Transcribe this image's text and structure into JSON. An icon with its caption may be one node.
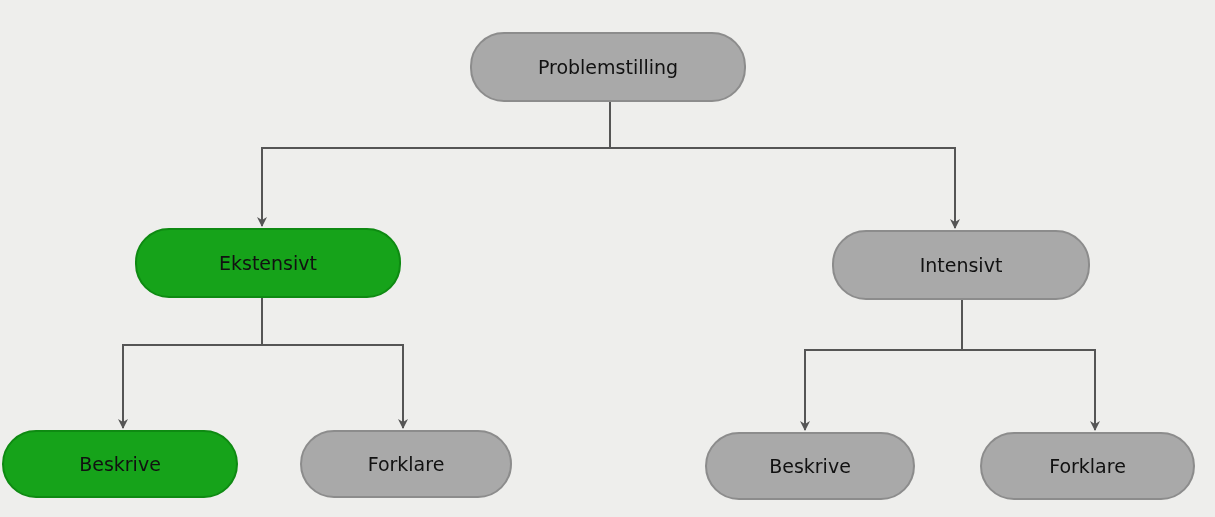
{
  "diagram": {
    "nodes": [
      {
        "text": [
          "Problemstilling"
        ]
      },
      {
        "text": [
          "Ekstensivt"
        ]
      },
      {
        "text": [
          "Intensivt"
        ]
      },
      {
        "text": [
          "Beskrive"
        ]
      },
      {
        "text": [
          "Forklare"
        ]
      },
      {
        "text": [
          "Beskrive"
        ]
      },
      {
        "text": [
          "Forklare"
        ]
      }
    ],
    "edges": [
      {
        "from": 0,
        "to": 1,
        "arrow": "to"
      },
      {
        "from": 0,
        "to": 2,
        "arrow": "to"
      },
      {
        "from": 1,
        "to": 3,
        "arrow": "to"
      },
      {
        "from": 1,
        "to": 4,
        "arrow": "to"
      },
      {
        "from": 2,
        "to": 5,
        "arrow": "to"
      },
      {
        "from": 2,
        "to": 6,
        "arrow": "to"
      }
    ]
  }
}
